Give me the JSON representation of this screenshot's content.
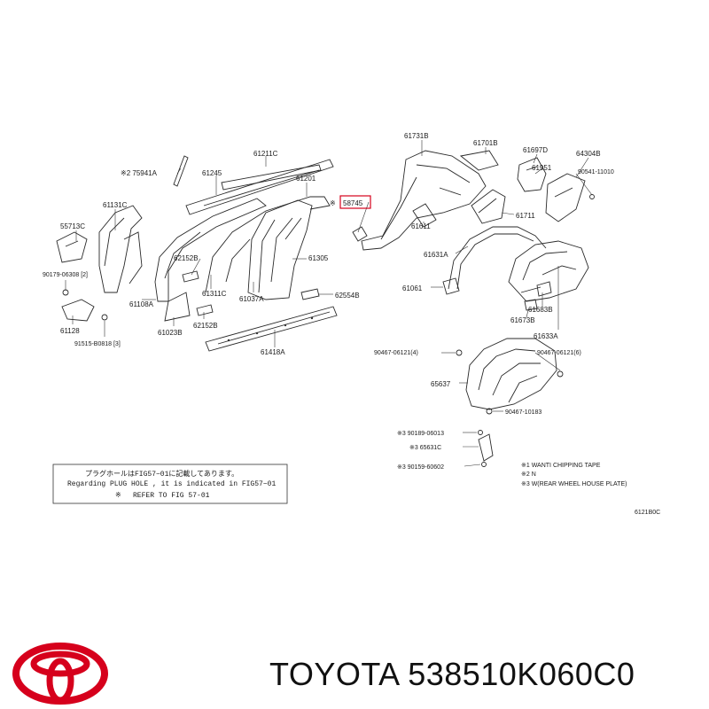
{
  "caption": "TOYOTA 538510K060C0",
  "labels": {
    "p61211c": "61211C",
    "p75941a": "※2 75941A",
    "p61245": "61245",
    "p61201": "61201",
    "p58745": "58745",
    "p61131c": "61131C",
    "p55713c": "55713C",
    "p62152b_1": "62152B",
    "p61305": "61305",
    "p90179": "90179-06308 [2]",
    "p61311c": "61311C",
    "p62554b": "62554B",
    "p61108a": "61108A",
    "p61037a": "61037A",
    "p61128": "61128",
    "p62152b_2": "62152B",
    "p61023b": "61023B",
    "p91515": "91515-B0818 [3]",
    "p61418a": "61418A",
    "p61731b": "61731B",
    "p61701b": "61701B",
    "p61697d": "61697D",
    "p64304b": "64304B",
    "p61951": "61951",
    "p90541": "90541-11010",
    "p61711": "61711",
    "p61611": "61611",
    "p61631a": "61631A",
    "p61061": "61061",
    "p61683b": "61683B",
    "p61673b": "61673B",
    "p61633a": "61633A",
    "p90467_4": "90467-06121(4)",
    "p90467_6": "90467-06121(6)",
    "p65637": "65637",
    "p90467_10183": "90467-10183",
    "p90189": "※3 90189-06013",
    "p65631c": "※3 65631C",
    "p90159": "※3 90159-60602",
    "fig_code": "6121B0C"
  },
  "notes": {
    "jp": "プラグホールはFIG57−01に記載してあります。",
    "en": "Regarding PLUG HOLE , it is indicated in FIG57−01",
    "ref": "REFER TO FIG 57-01"
  },
  "legend": {
    "l1": "※1 WANTI CHIPPING TAPE",
    "l2": "※2 N",
    "l3": "※3 W(REAR WHEEL HOUSE PLATE)"
  },
  "logo": {
    "color": "#d6001c",
    "name": "toyota-logo"
  }
}
